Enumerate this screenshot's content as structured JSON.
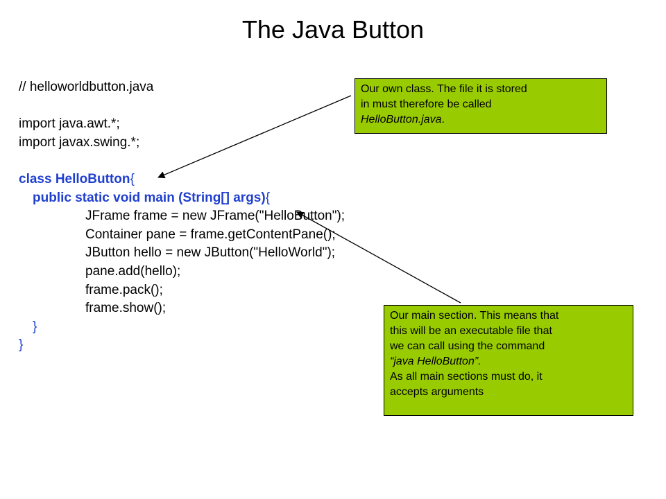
{
  "title": "The Java Button",
  "code": {
    "comment": "// helloworldbutton.java",
    "import_awt": "import java.awt.*;",
    "import_swing": "import javax.swing.*;",
    "class_decl": "class HelloButton",
    "class_brace": "{",
    "main_decl": "public static void main (String[] args)",
    "main_brace": "{",
    "stmt_frame": "JFrame frame = new JFrame(\"HelloButton\");",
    "stmt_pane": "Container pane = frame.getContentPane();",
    "stmt_button": "JButton hello = new JButton(\"HelloWorld\");",
    "stmt_add": "pane.add(hello);",
    "stmt_pack": "frame.pack();",
    "stmt_show": "frame.show();",
    "close_main": "}",
    "close_class": "}"
  },
  "callout_class": {
    "line1": "Our own class. The file it is stored",
    "line2": "in must therefore be called",
    "line3": "HelloButton.java",
    "line3_end": "."
  },
  "callout_main": {
    "line1": "Our main section. This means that",
    "line2": "this will be an executable file that",
    "line3": "we can call using the command",
    "line4": "“java HelloButton”.",
    "line5": "As all main sections must do, it",
    "line6": "accepts arguments"
  },
  "colors": {
    "code_keyword": "#1f3fcf",
    "callout_fill": "#99cc00",
    "arrow": "#000000"
  }
}
